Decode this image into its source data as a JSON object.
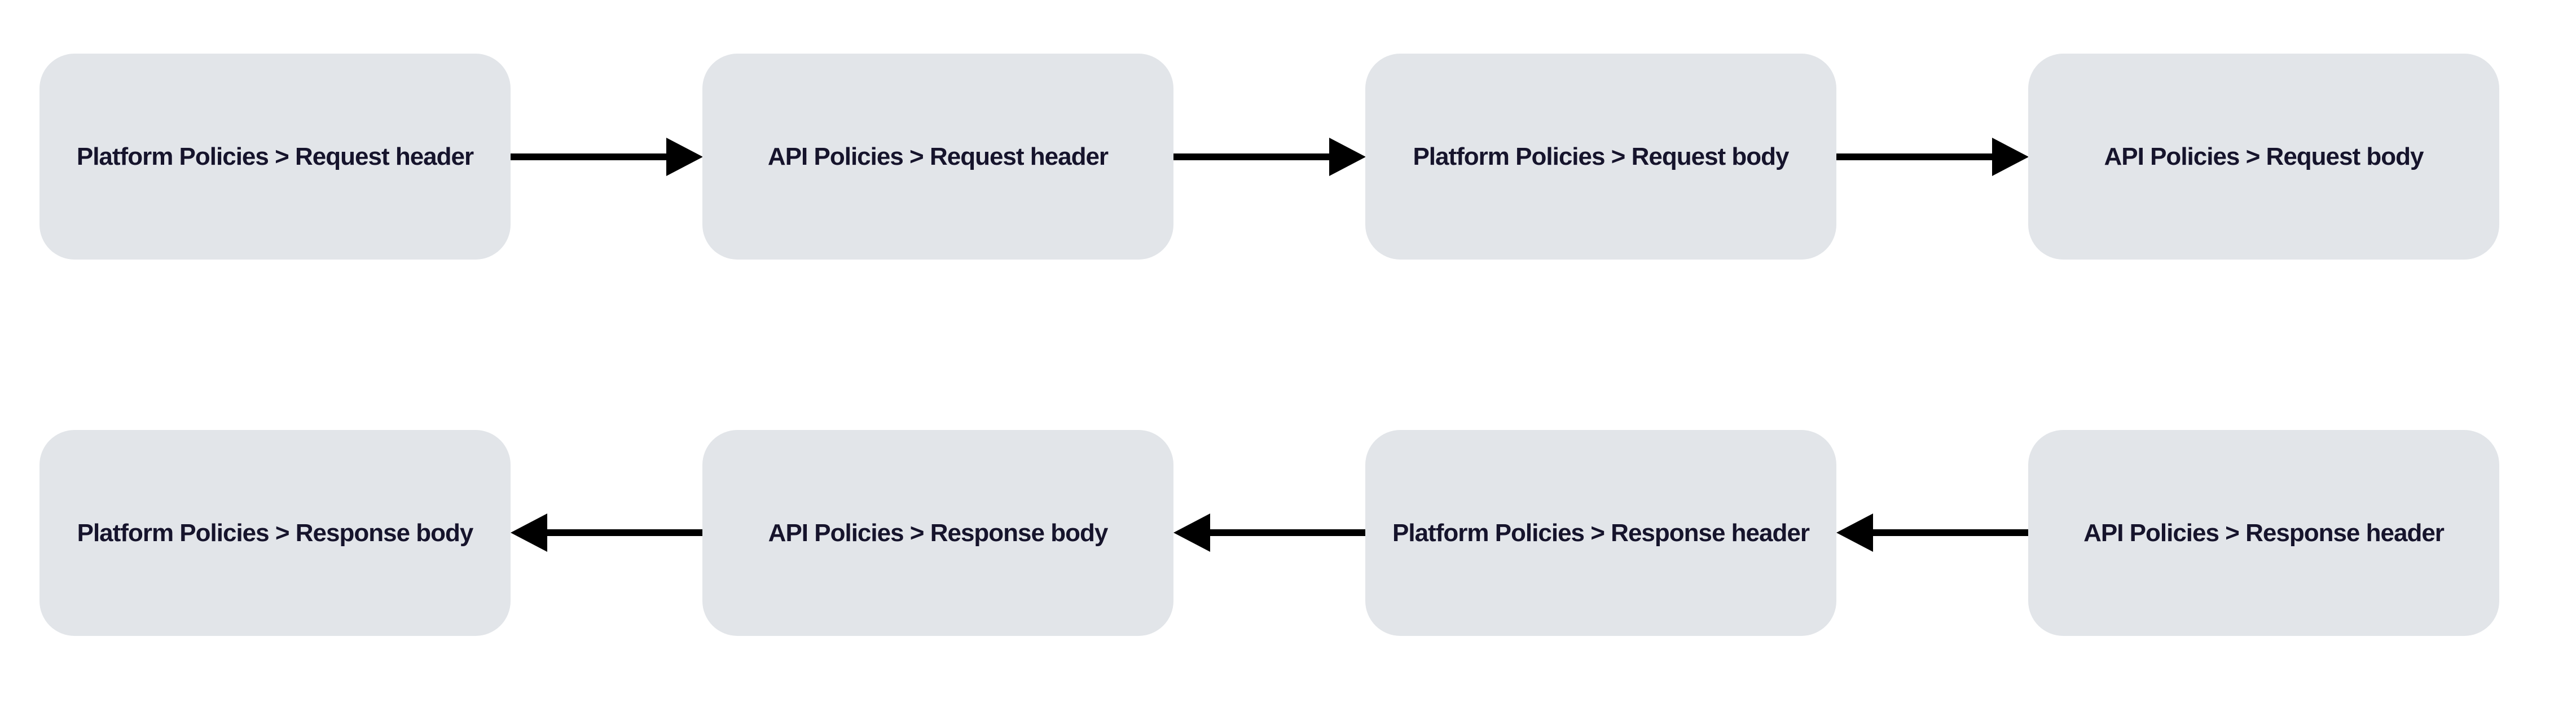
{
  "colors": {
    "background": "#ffffff",
    "node-fill": "#e2e5e9",
    "node-text": "#16142c",
    "arrow": "#000000"
  },
  "diagram": {
    "rows": [
      {
        "name": "request-flow",
        "direction": "right",
        "nodes": [
          {
            "label": "Platform Policies > Request header"
          },
          {
            "label": "API Policies > Request header"
          },
          {
            "label": "Platform Policies > Request body"
          },
          {
            "label": "API Policies > Request body"
          }
        ]
      },
      {
        "name": "response-flow",
        "direction": "left",
        "nodes": [
          {
            "label": "Platform Policies > Response body"
          },
          {
            "label": "API Policies > Response body"
          },
          {
            "label": "Platform Policies > Response header"
          },
          {
            "label": "API Policies > Response header"
          }
        ]
      }
    ]
  }
}
